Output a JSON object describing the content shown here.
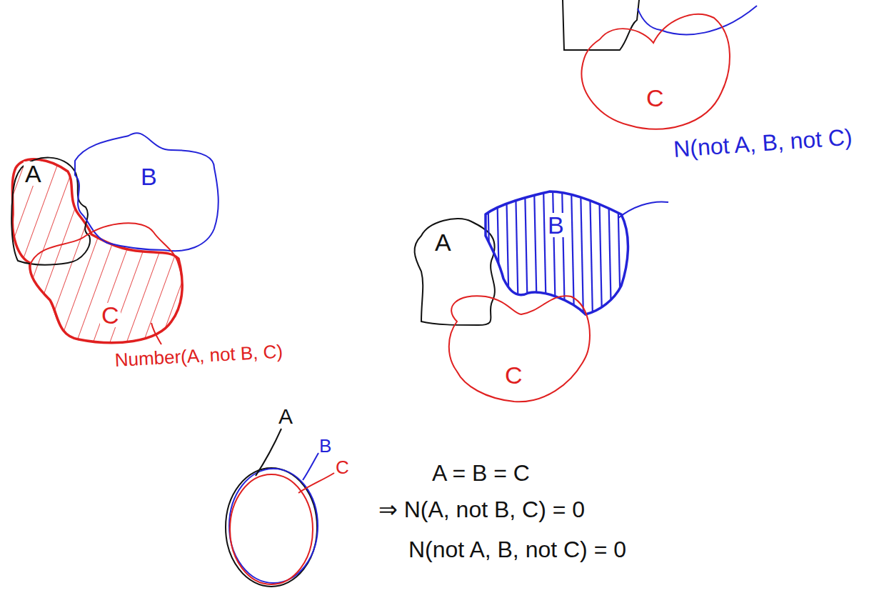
{
  "diagram": {
    "nodes": [
      {
        "text": [
          "C"
        ]
      },
      {
        "text": [
          "A"
        ]
      },
      {
        "text": [
          "B"
        ]
      },
      {
        "text": [
          "C"
        ]
      },
      {
        "text": [
          "A"
        ]
      },
      {
        "text": [
          "B"
        ]
      },
      {
        "text": [
          "C"
        ]
      }
    ],
    "labels": [
      "N(not A, B, not C)",
      "Number(A, not B, C)",
      "A",
      "B",
      "C",
      "A = B = C",
      "⇒ N(A, not B, C) = 0",
      "N(not A, B, not C) = 0"
    ]
  }
}
